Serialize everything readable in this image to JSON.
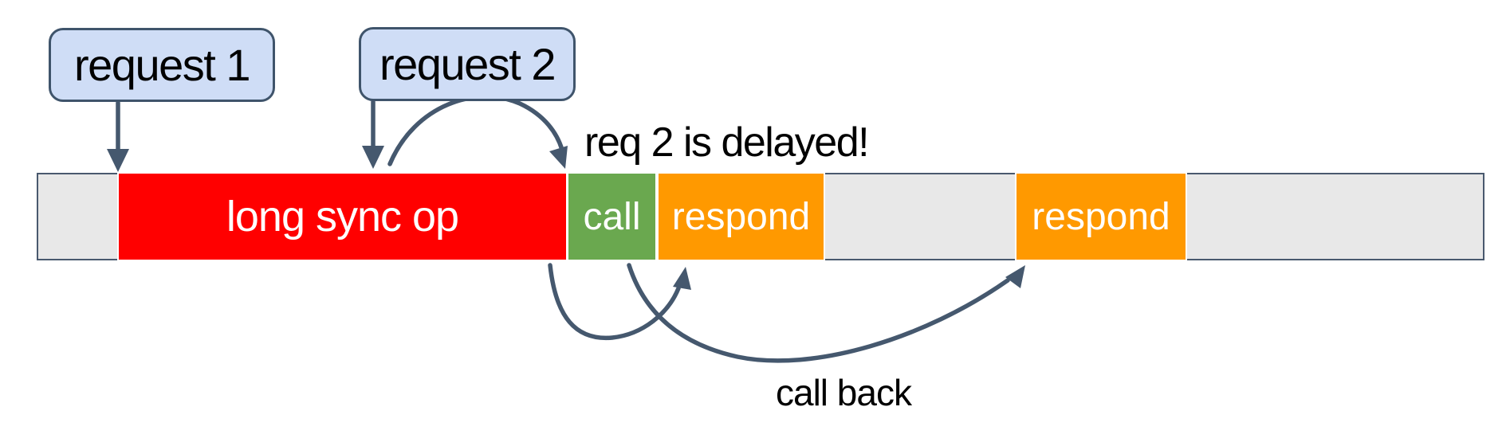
{
  "diagram": {
    "requests": [
      {
        "label": "request 1"
      },
      {
        "label": "request 2"
      }
    ],
    "timeline": {
      "segments": [
        {
          "label": "",
          "type": "idle",
          "color": "#e8e8e8"
        },
        {
          "label": "long sync op",
          "type": "sync-op",
          "color": "#ff0000"
        },
        {
          "label": "call",
          "type": "call",
          "color": "#6aa84f"
        },
        {
          "label": "respond",
          "type": "respond",
          "color": "#ff9900"
        },
        {
          "label": "",
          "type": "idle",
          "color": "#e8e8e8"
        },
        {
          "label": "respond",
          "type": "respond",
          "color": "#ff9900"
        },
        {
          "label": "",
          "type": "idle",
          "color": "#e8e8e8"
        }
      ]
    },
    "annotations": {
      "delayed_note": "req 2 is delayed!",
      "callback_label": "call back"
    },
    "colors": {
      "sync_red": "#ff0000",
      "call_green": "#6aa84f",
      "respond_orange": "#ff9900",
      "idle_gray": "#e8e8e8",
      "bar_border": "#49596e",
      "arrow": "#45586e",
      "request_box_fill": "#cfddf6",
      "request_box_border": "#3f546b",
      "segment_label_text": "#ffffff",
      "annotation_text": "#000000"
    }
  }
}
